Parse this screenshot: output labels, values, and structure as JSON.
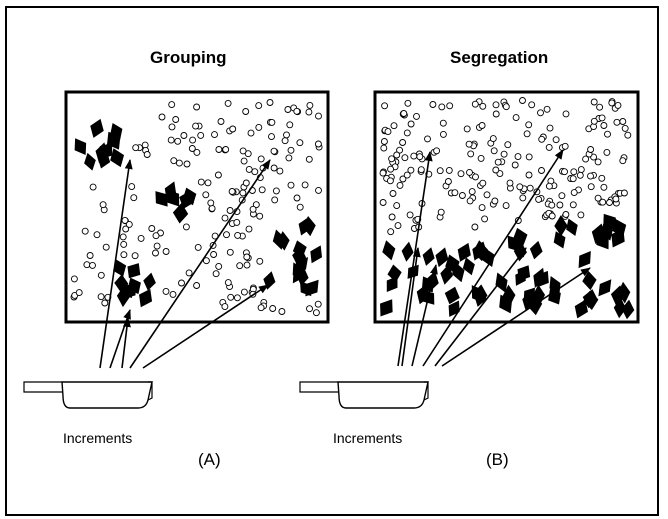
{
  "panel_a": {
    "title": "Grouping",
    "increments_label": "Increments",
    "tag": "(A)"
  },
  "panel_b": {
    "title": "Segregation",
    "increments_label": "Increments",
    "tag": "(B)"
  },
  "colors": {
    "line": "#000000",
    "background": "#ffffff"
  }
}
